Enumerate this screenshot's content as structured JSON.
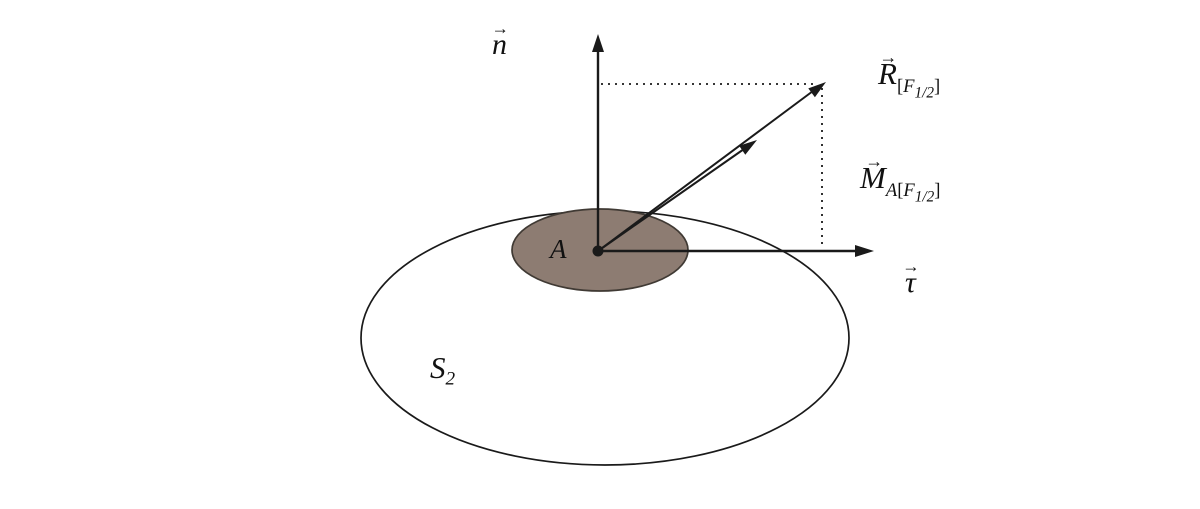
{
  "figure": {
    "background": "#ffffff",
    "colors": {
      "line": "#1a1a1a",
      "patch_fill": "#8d7c72",
      "patch_stroke": "#403a34",
      "surface_fill": "#ffffff"
    },
    "labels": {
      "n": {
        "arrow": "→",
        "letter": "n"
      },
      "tau": {
        "arrow": "→",
        "letter": "τ"
      },
      "R": {
        "arrow": "→",
        "letter": "R",
        "sub_open": "[",
        "sub_symbol": "F",
        "sub_fraction": "1/2",
        "sub_close": "]"
      },
      "M": {
        "arrow": "→",
        "letter": "M",
        "sub_point": "A",
        "sub_open": "[",
        "sub_symbol": "F",
        "sub_fraction": "1/2",
        "sub_close": "]"
      },
      "A": {
        "letter": "A"
      },
      "S2": {
        "letter": "S",
        "subscript": "2"
      }
    }
  }
}
